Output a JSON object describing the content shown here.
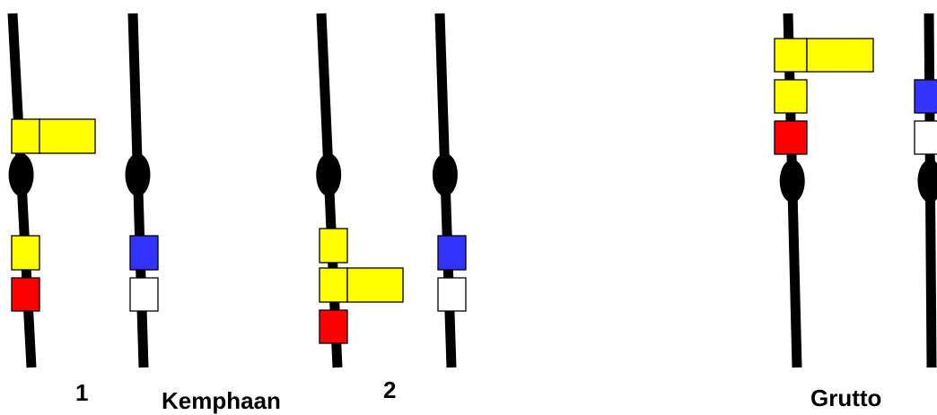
{
  "labels": {
    "karyotype_1": "1",
    "karyotype_2": "2",
    "species_1": "Kemphaan",
    "species_2": "Grutto"
  },
  "colors": {
    "chromosome": "#000000",
    "yellow": "#ffff00",
    "red": "#ff0000",
    "blue": "#3333ff",
    "white": "#ffffff"
  }
}
